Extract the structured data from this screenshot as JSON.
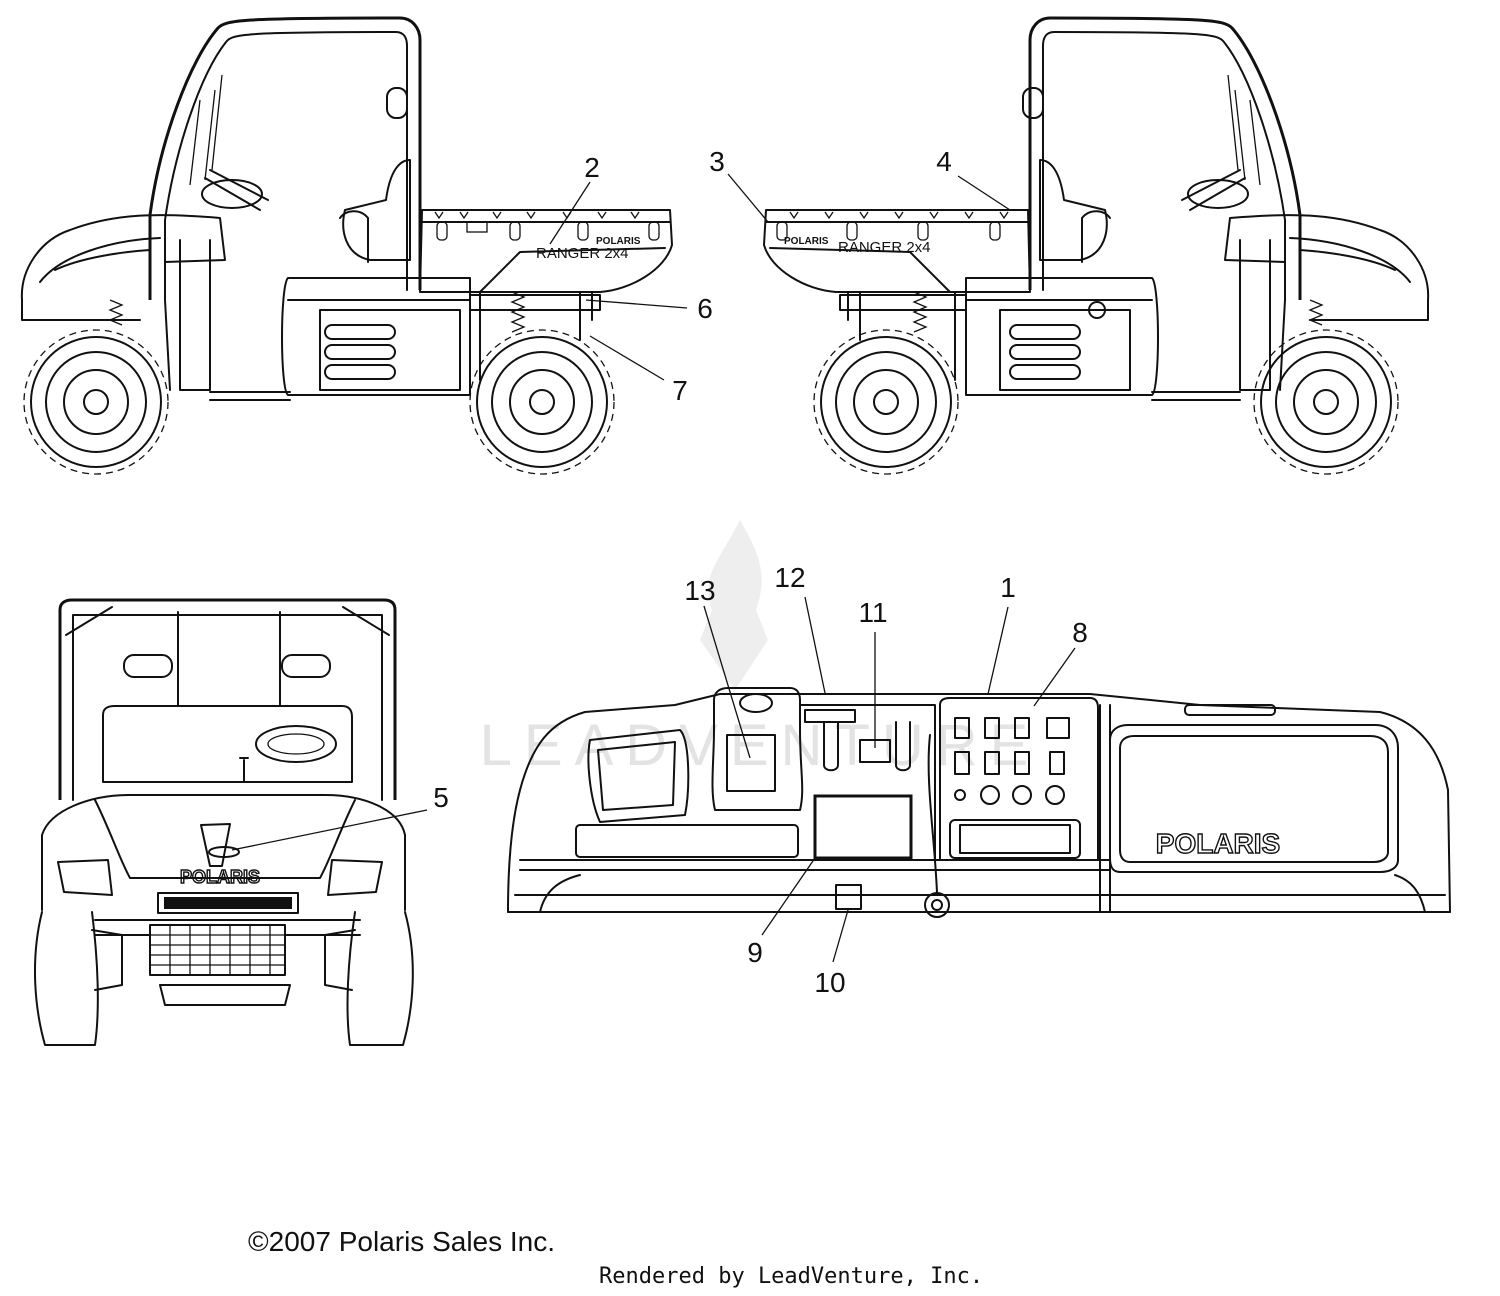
{
  "watermark": "LEADVENTURE",
  "decals": {
    "ranger_left": "RANGER 2x4",
    "ranger_right": "RANGER 2x4",
    "brand_small": "POLARIS",
    "brand_front": "POLARIS",
    "brand_dash": "POLARIS"
  },
  "callouts": [
    {
      "id": "1",
      "label": "1"
    },
    {
      "id": "2",
      "label": "2"
    },
    {
      "id": "3",
      "label": "3"
    },
    {
      "id": "4",
      "label": "4"
    },
    {
      "id": "5",
      "label": "5"
    },
    {
      "id": "6",
      "label": "6"
    },
    {
      "id": "7",
      "label": "7"
    },
    {
      "id": "8",
      "label": "8"
    },
    {
      "id": "9",
      "label": "9"
    },
    {
      "id": "10",
      "label": "10"
    },
    {
      "id": "11",
      "label": "11"
    },
    {
      "id": "12",
      "label": "12"
    },
    {
      "id": "13",
      "label": "13"
    }
  ],
  "footer": {
    "copyright": "©2007 Polaris Sales Inc.",
    "rendered_by": "Rendered by LeadVenture, Inc."
  }
}
